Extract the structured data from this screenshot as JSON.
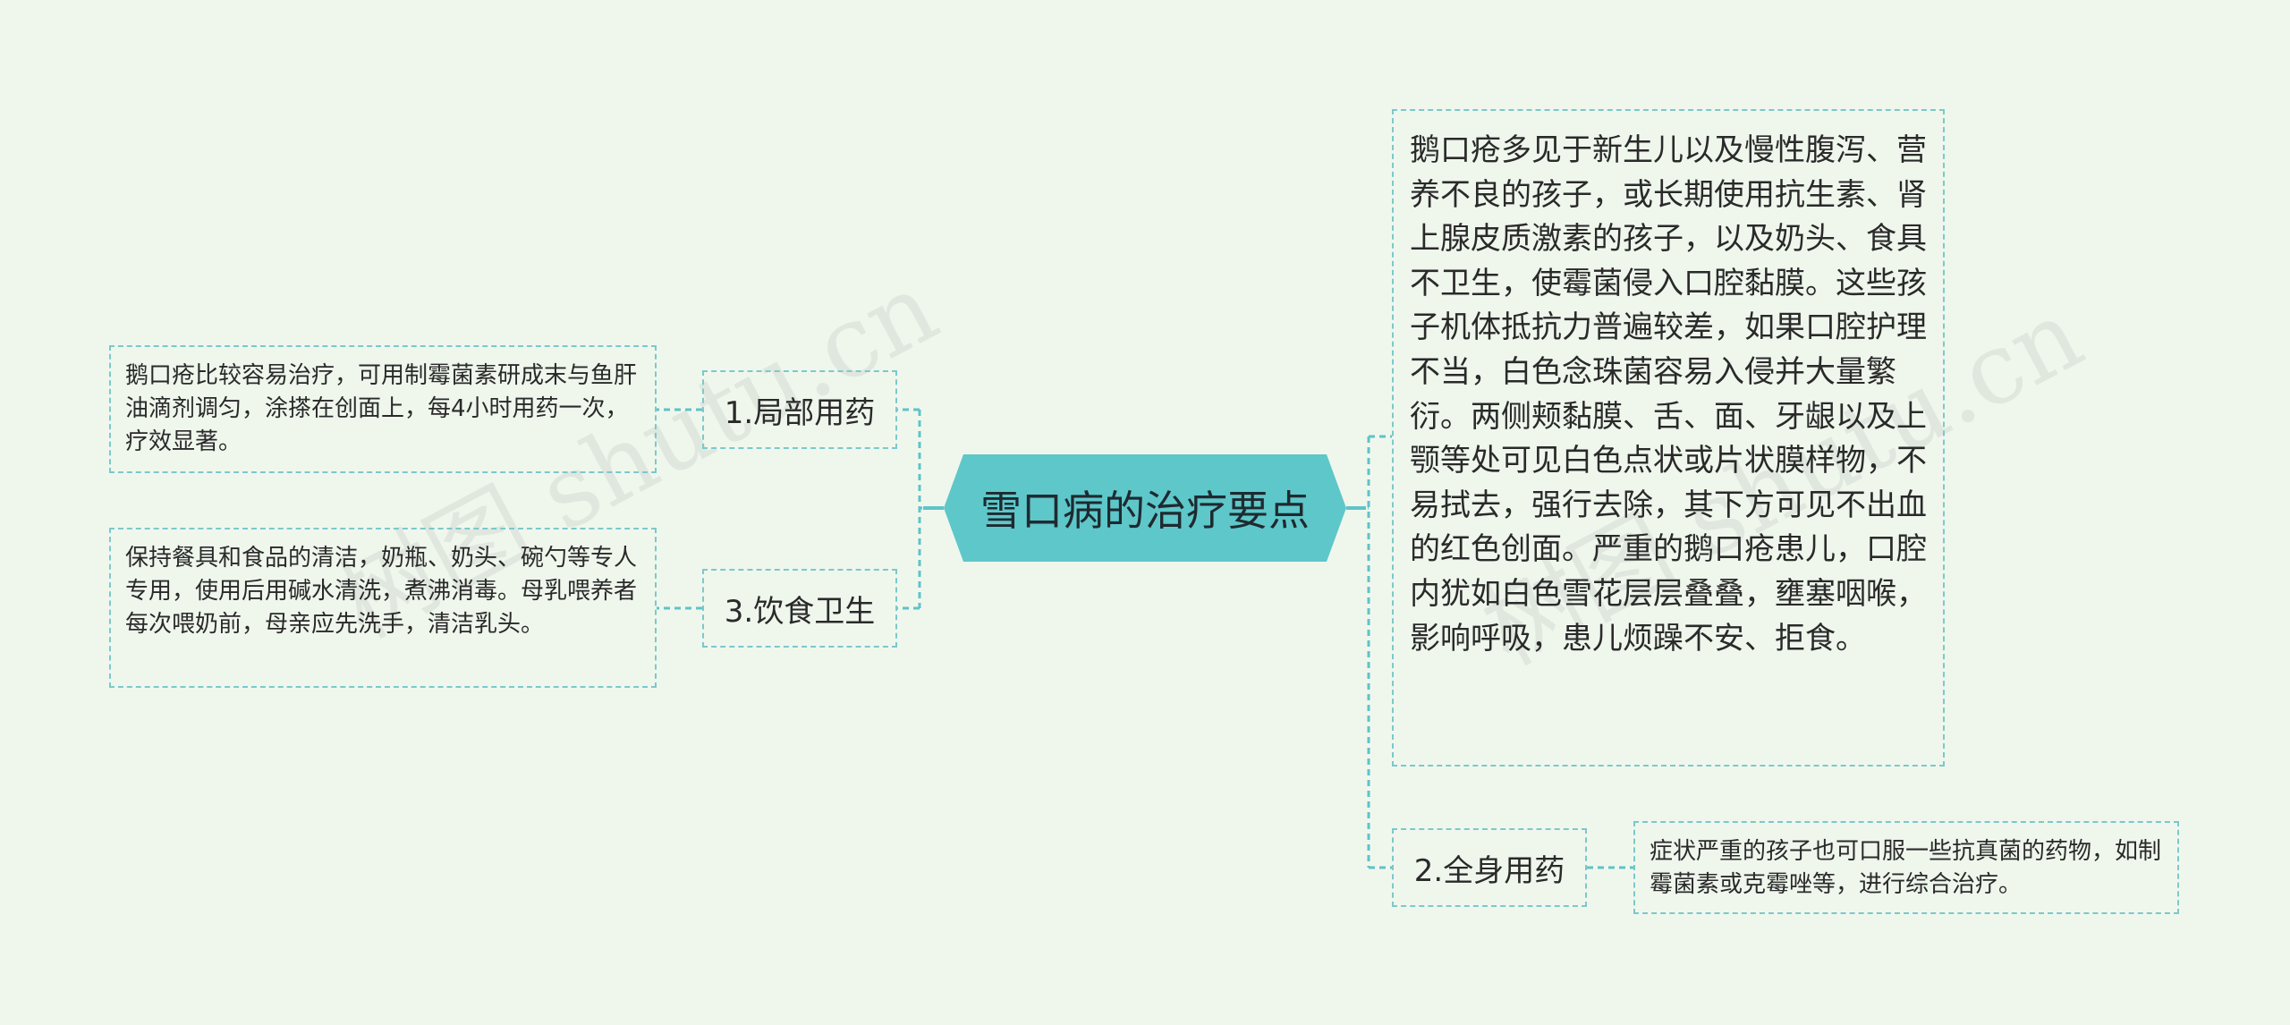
{
  "central_topic": "雪口病的治疗要点",
  "branches": {
    "local": {
      "label": "1.局部用药",
      "detail": "鹅口疮比较容易治疗，可用制霉菌素研成末与鱼肝油滴剂调匀，涂搽在创面上，每4小时用药一次，疗效显著。"
    },
    "diet": {
      "label": "3.饮食卫生",
      "detail": "保持餐具和食品的清洁，奶瓶、奶头、碗勺等专人专用，使用后用碱水清洗，煮沸消毒。母乳喂养者每次喂奶前，母亲应先洗手，清洁乳头。"
    },
    "intro": {
      "detail": "鹅口疮多见于新生儿以及慢性腹泻、营养不良的孩子，或长期使用抗生素、肾上腺皮质激素的孩子，以及奶头、食具不卫生，使霉菌侵入口腔黏膜。这些孩子机体抵抗力普遍较差，如果口腔护理不当，白色念珠菌容易入侵并大量繁衍。两侧颊黏膜、舌、面、牙龈以及上颚等处可见白色点状或片状膜样物，不易拭去，强行去除，其下方可见不出血的红色创面。严重的鹅口疮患儿，口腔内犹如白色雪花层层叠叠，壅塞咽喉，影响呼吸，患儿烦躁不安、拒食。"
    },
    "systemic": {
      "label": "2.全身用药",
      "detail": "症状严重的孩子也可口服一些抗真菌的药物，如制霉菌素或克霉唑等，进行综合治疗。"
    }
  },
  "watermark": [
    "树图 shutu.cn",
    "树图 shutu.cn"
  ],
  "colors": {
    "background": "#eff7ed",
    "center_fill": "#5ec7c9",
    "line": "#5fc3c8",
    "box_border": "#7cc8cc"
  }
}
